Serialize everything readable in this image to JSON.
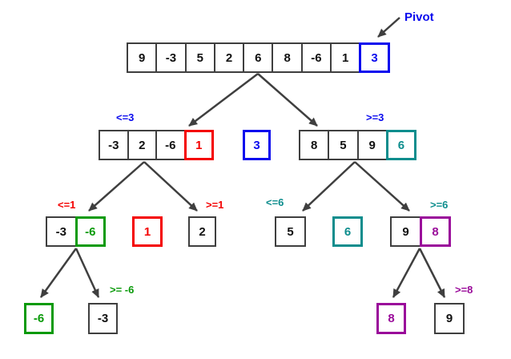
{
  "pivot": {
    "label": "Pivot"
  },
  "colors": {
    "blue": "#0a0aee",
    "red": "#f40000",
    "green": "#0a9a0a",
    "teal": "#0d8d8d",
    "purple": "#9a0a9a",
    "dark": "#3f3f3f",
    "arrow": "#3f3f3f",
    "background": "#ffffff"
  },
  "root": {
    "cells": [
      "9",
      "-3",
      "5",
      "2",
      "6",
      "8",
      "-6",
      "1",
      "3"
    ]
  },
  "partitions": {
    "le3": {
      "label": "<=3",
      "cells": [
        "-3",
        "2",
        "-6",
        "1"
      ]
    },
    "pivot3": {
      "cells": [
        "3"
      ]
    },
    "ge3": {
      "label": ">=3",
      "cells": [
        "8",
        "5",
        "9",
        "6"
      ]
    },
    "le1": {
      "label": "<=1",
      "cells": [
        "-3",
        "-6"
      ]
    },
    "pivot1": {
      "cells": [
        "1"
      ]
    },
    "ge1": {
      "label": ">=1",
      "cells": [
        "2"
      ]
    },
    "le6": {
      "label": "<=6",
      "cells": [
        "5"
      ]
    },
    "pivot6": {
      "cells": [
        "6"
      ]
    },
    "ge6": {
      "label": ">=6",
      "cells": [
        "9",
        "8"
      ]
    },
    "leNeg6": {
      "cells": [
        "-6"
      ]
    },
    "geNeg6": {
      "label": ">= -6",
      "cells": [
        "-3"
      ]
    },
    "pivot8": {
      "cells": [
        "8"
      ]
    },
    "ge8": {
      "label": ">=8",
      "cells": [
        "9"
      ]
    }
  }
}
